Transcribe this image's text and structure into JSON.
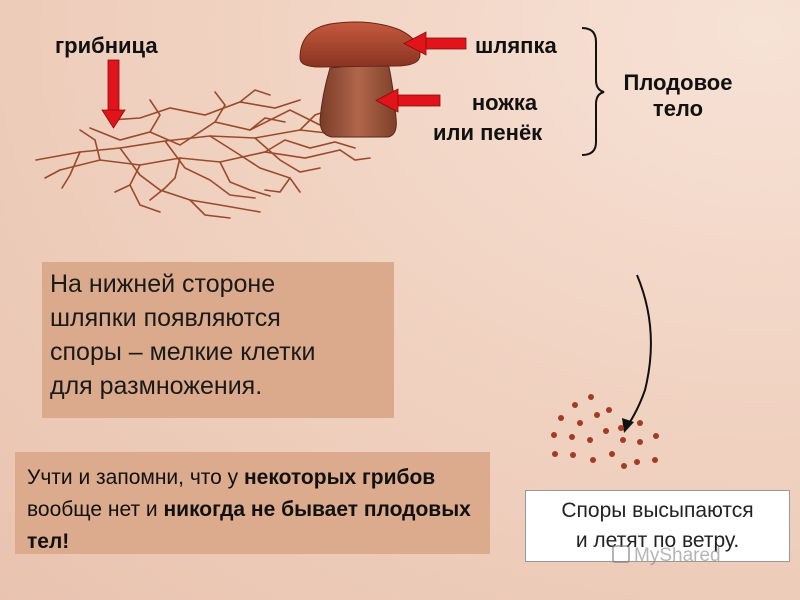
{
  "labels": {
    "mycelium": "грибница",
    "cap": "шляпка",
    "stem_line1": "ножка",
    "stem_line2": "или пенёк",
    "fruit_body_line1": "Плодовое",
    "fruit_body_line2": "тело"
  },
  "info_box": {
    "line1": "На нижней стороне",
    "line2": "шляпки появляются",
    "line3": "споры – мелкие клетки",
    "line4": "для размножения."
  },
  "note": {
    "part1": "Учти и запомни, что у ",
    "bold1": "некоторых грибов",
    "part2": " вообще нет и ",
    "bold2": "никогда не бывает плодовых тел!"
  },
  "spores_box": {
    "line1": "Споры высыпаются",
    "line2": "и летят по ветру."
  },
  "watermark": "MyShared",
  "colors": {
    "cap": "#b24a33",
    "stem": "#a0573f",
    "arrow": "#e0141a",
    "hyphae": "#9a4a2a",
    "spore": "#a23c22"
  }
}
